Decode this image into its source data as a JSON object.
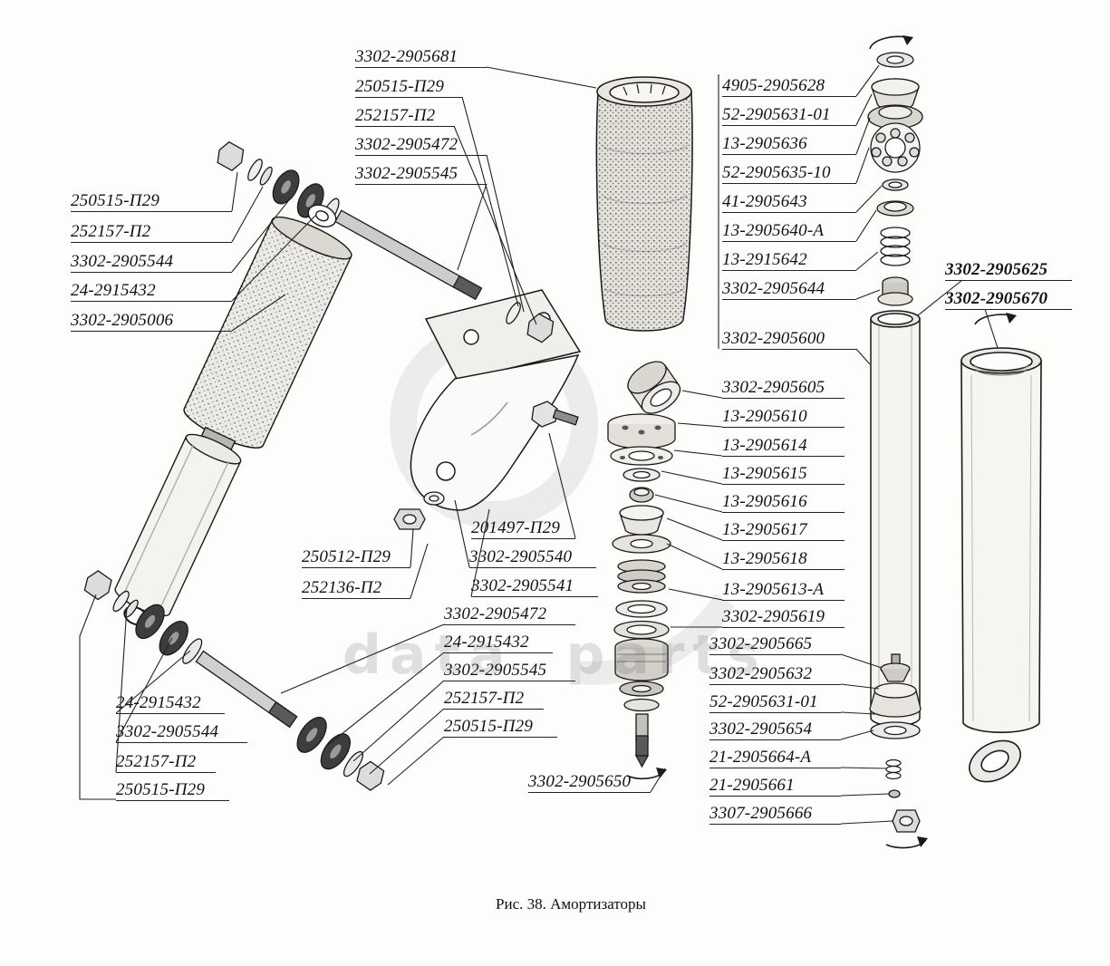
{
  "figure": {
    "caption": "Рис. 38. Амортизаторы",
    "watermark": "data parts"
  },
  "labels": {
    "top_center": [
      "3302-2905681",
      "250515-П29",
      "252157-П2",
      "3302-2905472",
      "3302-2905545"
    ],
    "upper_left": [
      "250515-П29",
      "252157-П2",
      "3302-2905544",
      "24-2915432",
      "3302-2905006"
    ],
    "upper_right": [
      "4905-2905628",
      "52-2905631-01",
      "13-2905636",
      "52-2905635-10",
      "41-2905643",
      "13-2905640-А",
      "13-2915642",
      "3302-2905644",
      "3302-2905600"
    ],
    "right_bold": [
      "3302-2905625",
      "3302-2905670"
    ],
    "mid_right": [
      "3302-2905605",
      "13-2905610",
      "13-2905614",
      "13-2905615",
      "13-2905616",
      "13-2905617",
      "13-2905618",
      "13-2905613-А",
      "3302-2905619"
    ],
    "lower_right": [
      "3302-2905665",
      "3302-2905632",
      "52-2905631-01",
      "3302-2905654",
      "21-2905664-А",
      "21-2905661",
      "3307-2905666"
    ],
    "center": [
      "201497-П29",
      "3302-2905540",
      "3302-2905541"
    ],
    "center_left": [
      "250512-П29",
      "252136-П2"
    ],
    "lower_center": [
      "3302-2905472",
      "24-2915432",
      "3302-2905545",
      "252157-П2",
      "250515-П29"
    ],
    "lower_left": [
      "24-2915432",
      "3302-2905544",
      "252157-П2",
      "250515-П29"
    ],
    "bottom": [
      "3302-2905650"
    ]
  }
}
